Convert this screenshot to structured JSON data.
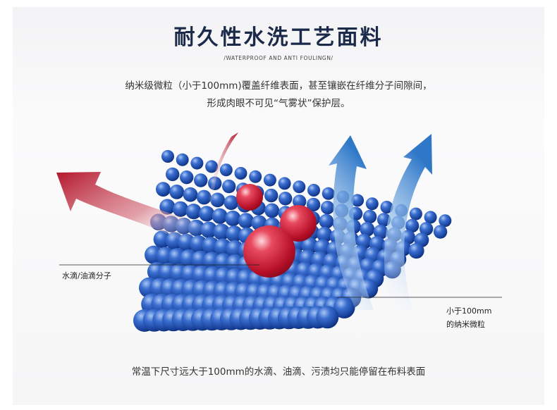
{
  "header": {
    "title": "耐久性水洗工艺面料",
    "subtitle": "/WATERPROOF AND ANTI FOULINGN/"
  },
  "description": {
    "line1": "纳米级微粒（小于100mm)覆盖纤维表面，甚至镶嵌在纤维分子间隙间，",
    "line2": "形成肉眼不可见“气雾状”保护层。"
  },
  "labels": {
    "droplet": "水滴/油滴分子",
    "particle_line1": "小于100mm",
    "particle_line2": "的纳米微粒"
  },
  "caption": "常温下尺寸远大于100mm的水滴、油滴、污渍均只能停留在布料表面",
  "colors": {
    "title": "#1c2a4a",
    "bead_blue": "#1e4fb0",
    "drop_red": "#c8102e",
    "arrow_red": "#b3162b",
    "arrow_blue": "#2f78c8"
  }
}
